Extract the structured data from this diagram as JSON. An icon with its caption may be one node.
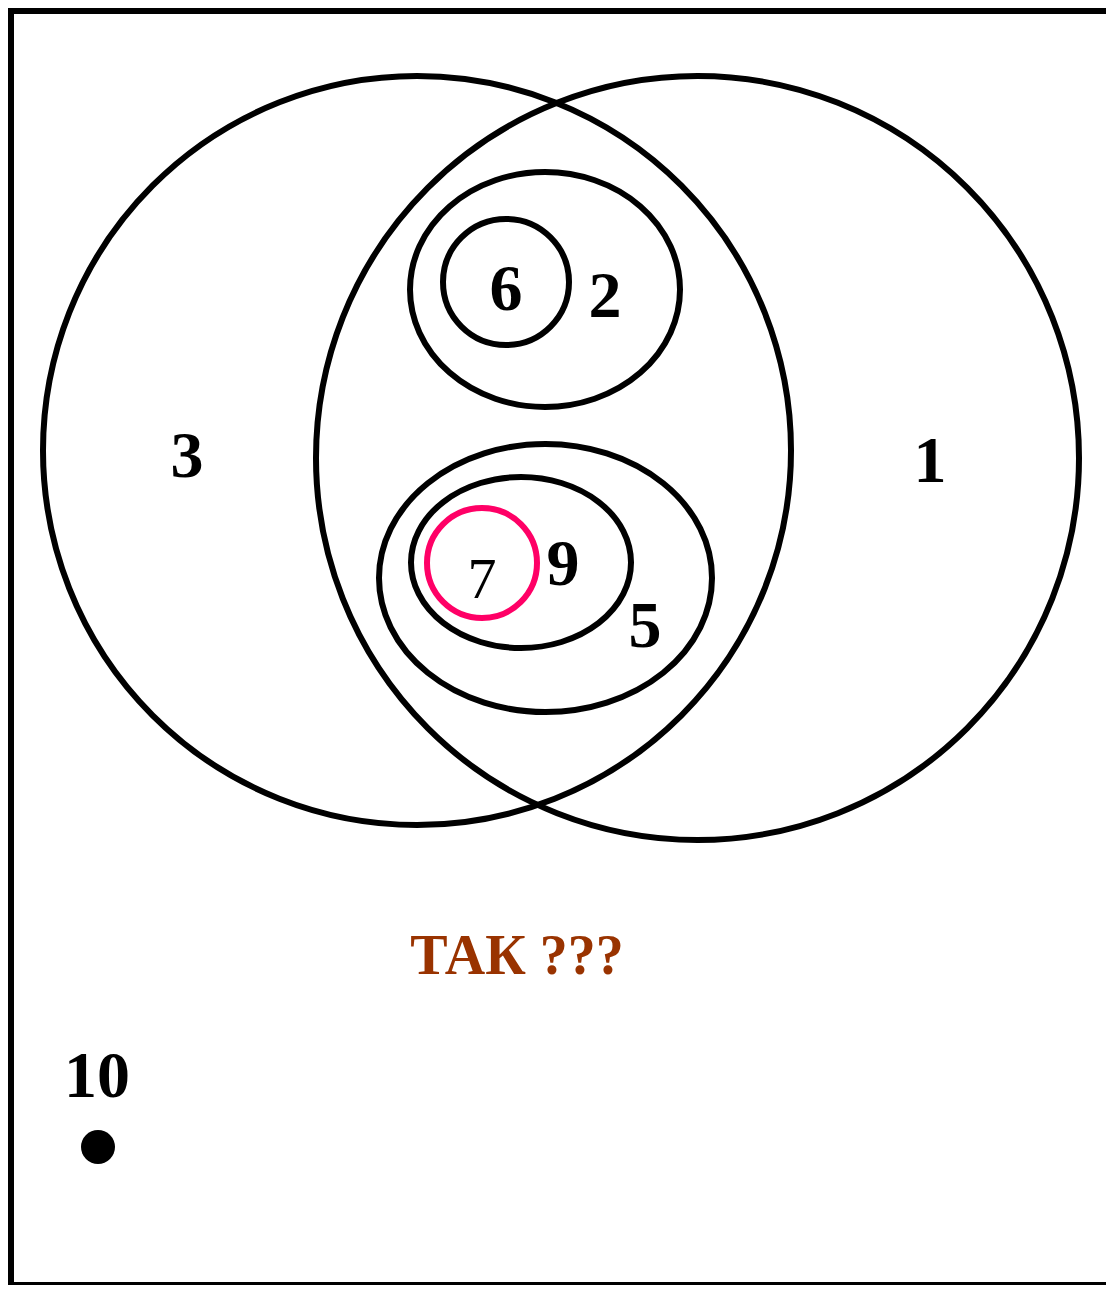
{
  "diagram": {
    "nodes": [
      {
        "text": [
          "3"
        ]
      },
      {
        "text": [
          "1"
        ]
      },
      {
        "text": [
          "2"
        ]
      },
      {
        "text": [
          "6"
        ],
        "in": 2
      },
      {
        "text": [
          "5"
        ]
      },
      {
        "text": [
          "9"
        ],
        "in": 4
      },
      {
        "text": [
          "7"
        ],
        "in": 5
      },
      {
        "text": [
          "10"
        ]
      }
    ],
    "labels": [
      "ТАК ???"
    ]
  }
}
